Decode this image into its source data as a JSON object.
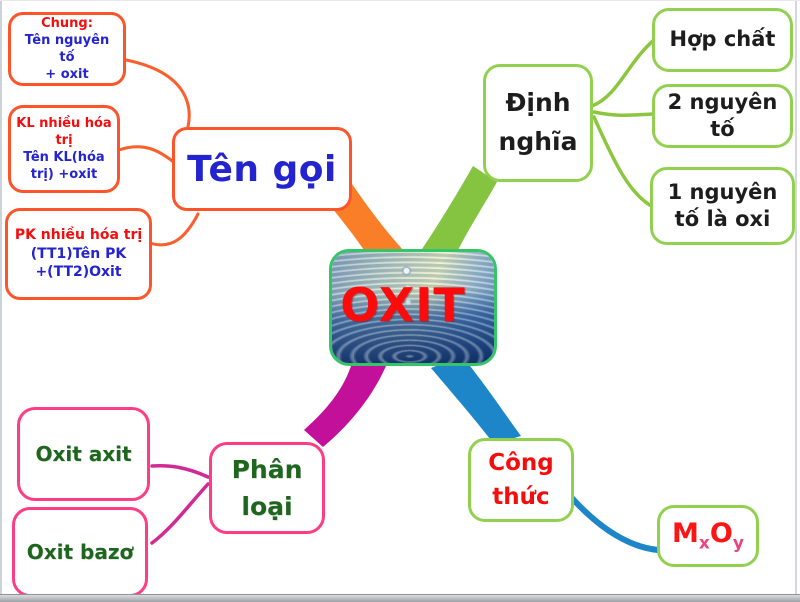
{
  "center": {
    "label": "OXIT"
  },
  "naming": {
    "label": "Tên gọi",
    "general": {
      "heading": "Chung:",
      "body1": "Tên nguyên tố",
      "body2": "+ oxit"
    },
    "metal": {
      "heading": "KL nhiều hóa trị",
      "body": "Tên KL(hóa trị) +oxit"
    },
    "nonmetal": {
      "heading": "PK nhiều hóa trị",
      "body1": "(TT1)Tên PK",
      "body2": "+(TT2)Oxit"
    }
  },
  "definition": {
    "label": "Định nghĩa",
    "items": [
      "Hợp chất",
      "2 nguyên tố",
      "1 nguyên tố là oxi"
    ]
  },
  "classification": {
    "label": "Phân loại",
    "items": [
      "Oxit axit",
      "Oxit bazơ"
    ]
  },
  "formula": {
    "label": "Công thức",
    "m": "M",
    "x": "x",
    "o": "O",
    "y": "y"
  },
  "colors": {
    "branch_orange": "#fa7d28",
    "branch_green": "#85c440",
    "branch_magenta": "#c2109b",
    "branch_blue": "#1d86c9",
    "line_orange": "#fa5f2c",
    "line_green": "#8cc63f",
    "line_magenta": "#d12a96",
    "line_blue": "#1d86c9",
    "border_orange": "#fd5429",
    "border_lightgreen": "#92d14f",
    "border_pink": "#ff3d85",
    "center_border": "#36c468",
    "text_red": "#f50d0d",
    "text_blue": "#2323d0",
    "text_dark_green": "#1e651e",
    "text_black": "#1d1d1d"
  }
}
